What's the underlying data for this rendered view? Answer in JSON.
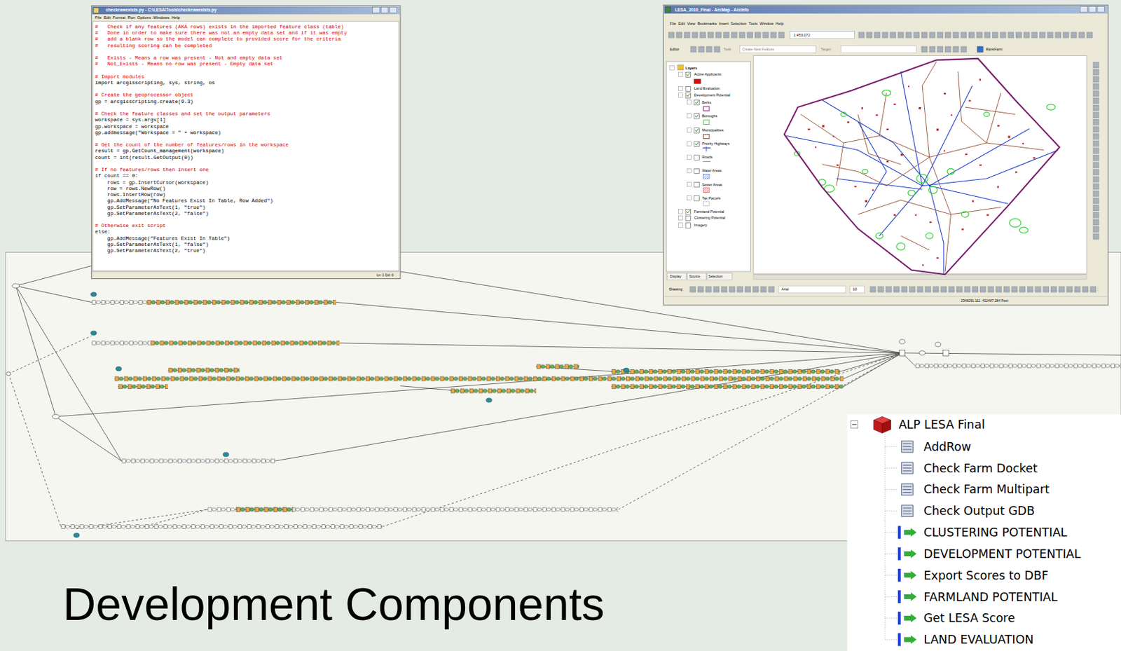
{
  "diagram": {
    "title": "Development Components",
    "labels": [
      "checkrowexists.py - C:\\LESA\\Tools\\checkrowexists.py",
      "File  Edit  Format  Run  Options  Windows  Help",
      "#   Check if any features (AKA rows) exists in the imported feature class (table)",
      "#   Done in order to make sure there was not an empty data set and if it was empty",
      "#   add a blank row so the model can complete to provided score for the criteria",
      "#   resulting scoring can be completed",
      "#   Exists - Means a row was present - Not and empty data set",
      "#   Not_Exists - Means no row was present - Empty data set",
      "# Import modules",
      "import arcgisscripting, sys, string, os",
      "# Create the geoprocessor object",
      "gp = arcgisscripting.create(9.3)",
      "# Check the feature classes and set the output parameters",
      "workspace = sys.argv[1]",
      "gp.workspace = workspace",
      "gp.addmessage(\"Workspace = \" + workspace)",
      "# Get the count of the number of features/rows in the workspace",
      "result = gp.GetCount_management(workspace)",
      "count = int(result.GetOutput(0))",
      "# If no features/rows then insert one",
      "if count == 0:",
      "rows = gp.InsertCursor(workspace)",
      "row = rows.NewRow()",
      "rows.InsertRow(row)",
      "gp.AddMessage(\"No Features Exist In Table, Row Added\")",
      "gp.SetParameterAsText(1, \"true\")",
      "gp.SetParameterAsText(2, \"false\")",
      "# Otherwise exit script",
      "else:",
      "gp.AddMessage(\"Features Exist In Table\")",
      "gp.SetParameterAsText(1, \"false\")",
      "gp.SetParameterAsText(2, \"true\")",
      "Ln: 1 Col: 0",
      "LESA_2010_Final - ArcMap - ArcInfo",
      "File  Edit  View  Bookmarks  Insert  Selection  Tools  Window  Help",
      "1:453,072",
      "Editor",
      "Task:",
      "Create New Feature",
      "Target:",
      "RankFarm",
      "Layers",
      "Active Applicants",
      "Land Evaluation",
      "Development Potential",
      "Berks",
      "Boroughs",
      "Municipalities",
      "Priority Highways",
      "Roads",
      "Water Areas",
      "Sewer Areas",
      "Tax Parcels",
      "Farmland Potential",
      "Clustering Potential",
      "Imagery",
      "Display",
      "Source",
      "Selection",
      "Drawing",
      "Arial",
      "10",
      "2348291.111  412487.284 Feet",
      "ALP LESA Final",
      "AddRow",
      "Check Farm Docket",
      "Check Farm Multipart",
      "Check Output GDB",
      "CLUSTERING POTENTIAL",
      "DEVELOPMENT POTENTIAL",
      "Export Scores to DBF",
      "FARMLAND POTENTIAL",
      "Get LESA Score",
      "LAND EVALUATION"
    ]
  }
}
